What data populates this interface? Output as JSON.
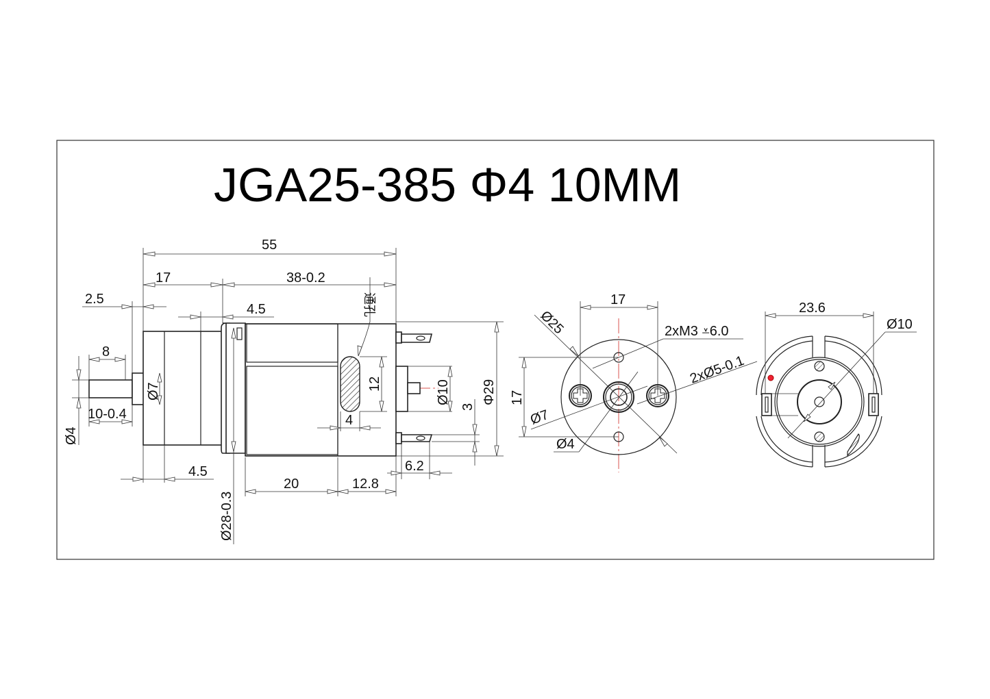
{
  "title": "JGA25-385 Φ4 10MM",
  "side_view": {
    "overall_length": "55",
    "gearbox_length": "17",
    "motor_length": "38-0.2",
    "shaft_step": "2.5",
    "flange_offset_top": "4.5",
    "shaft_flat": "8",
    "shaft_length": "10-0.4",
    "shaft_diameter": "Ø4",
    "hub_diameter": "Ø7",
    "gear_ring": "4.5",
    "motor_diameter": "Ø28-0.3",
    "vent_label": "通孔",
    "vent_height": "12",
    "vent_width": "4",
    "motor_can": "20",
    "motor_end": "12.8",
    "bushing_diameter": "Ø10",
    "terminal_offset": "3",
    "terminal_length": "6.2",
    "body_diameter": "Φ29"
  },
  "front_view": {
    "hole_spacing_h": "17",
    "hole_spacing_v": "17",
    "flange_diameter": "Ø25",
    "mount_thread": "2xM3 ⩡6.0",
    "screw_head": "2xØ5-0.1",
    "hub_diameter": "Ø7",
    "shaft_diameter": "Ø4"
  },
  "rear_view": {
    "terminal_span": "23.6",
    "bushing_diameter": "Ø10"
  },
  "colors": {
    "line": "#222222",
    "centerline": "#d9534f",
    "background": "#ffffff"
  }
}
